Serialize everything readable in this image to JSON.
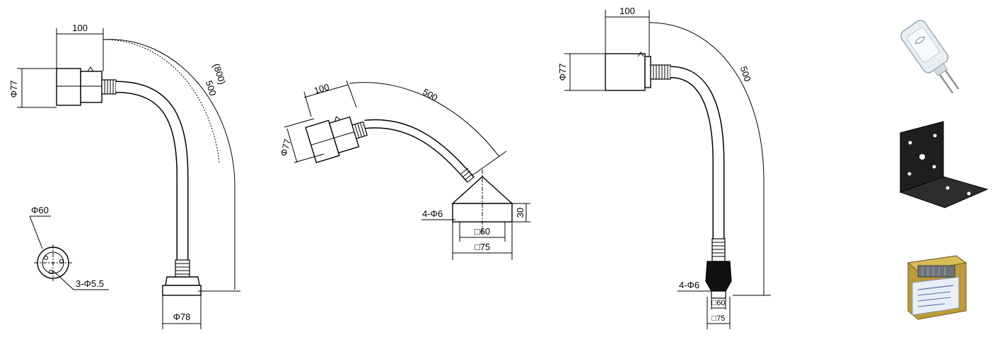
{
  "lamp_a": {
    "dim_length": "100",
    "dim_head_dia": "Φ77",
    "dim_arc_500": "500",
    "dim_arc_800": "(800)",
    "dim_base_dia": "Φ78",
    "dim_pcd": "Φ60",
    "dim_holes": "3-Φ5.5"
  },
  "lamp_b": {
    "dim_length": "100",
    "dim_head_dia": "Φ77",
    "dim_arc_500": "500",
    "dim_height": "30",
    "dim_holes": "4-Φ6",
    "dim_sq60": "□60",
    "dim_sq75": "□75"
  },
  "lamp_c": {
    "dim_length": "100",
    "dim_head_dia": "Φ77",
    "dim_arc_500": "500",
    "dim_holes": "4-Φ6",
    "dim_sq60": "□60",
    "dim_sq75": "□75"
  },
  "accessories": {
    "bulb_icon": "halogen-bulb-icon",
    "bracket_icon": "mounting-bracket-icon",
    "transformer_icon": "transformer-icon",
    "colors": {
      "line": "#000000",
      "bracket": "#1a1a1a",
      "transformer_core": "#c9a23a",
      "transformer_label": "#e8eef6"
    }
  }
}
